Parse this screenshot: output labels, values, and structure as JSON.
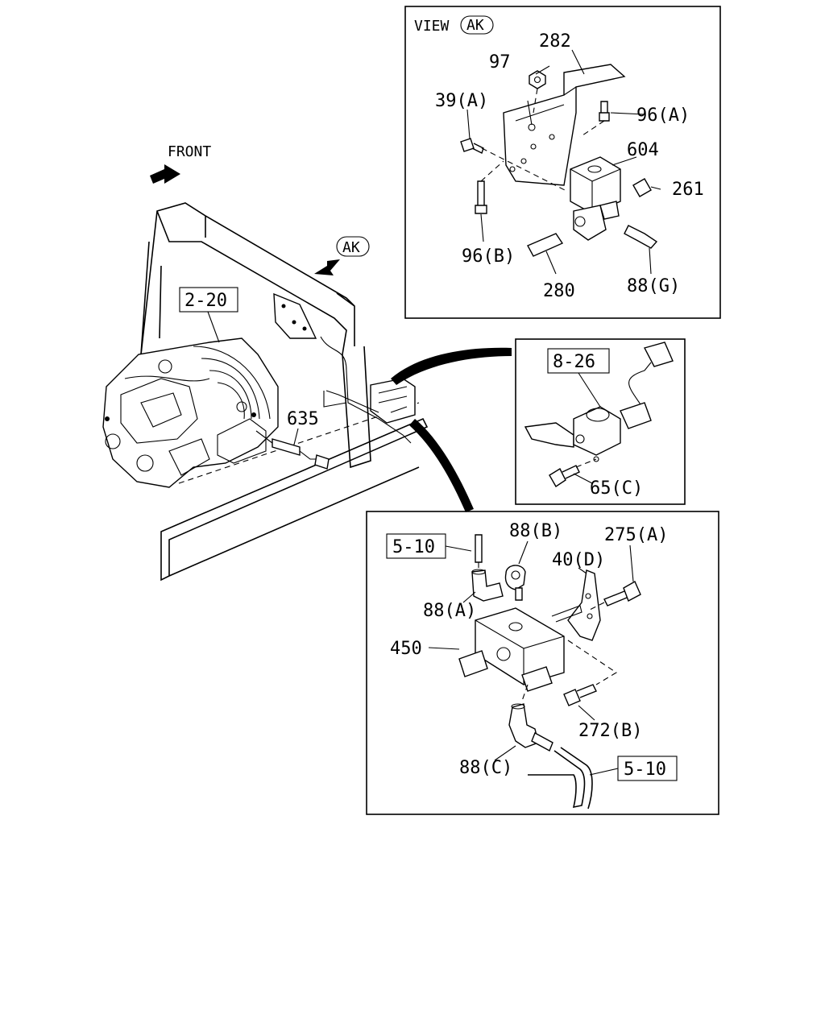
{
  "front_label": "FRONT",
  "ak_callout": "AK",
  "view_ak": {
    "prefix": "VIEW",
    "ref": "AK",
    "labels": {
      "p282": "282",
      "p97": "97",
      "p39a": "39(A)",
      "p96a": "96(A)",
      "p604": "604",
      "p261": "261",
      "p96b": "96(B)",
      "p280": "280",
      "p88g": "88(G)"
    }
  },
  "main": {
    "ref_2_20": "2-20",
    "p635": "635"
  },
  "detail_8_26": {
    "ref": "8-26",
    "p65c": "65(C)"
  },
  "detail_bottom": {
    "ref_5_10_top": "5-10",
    "ref_5_10_bottom": "5-10",
    "p88b": "88(B)",
    "p275a": "275(A)",
    "p40d": "40(D)",
    "p88a": "88(A)",
    "p450": "450",
    "p272b": "272(B)",
    "p88c": "88(C)"
  }
}
